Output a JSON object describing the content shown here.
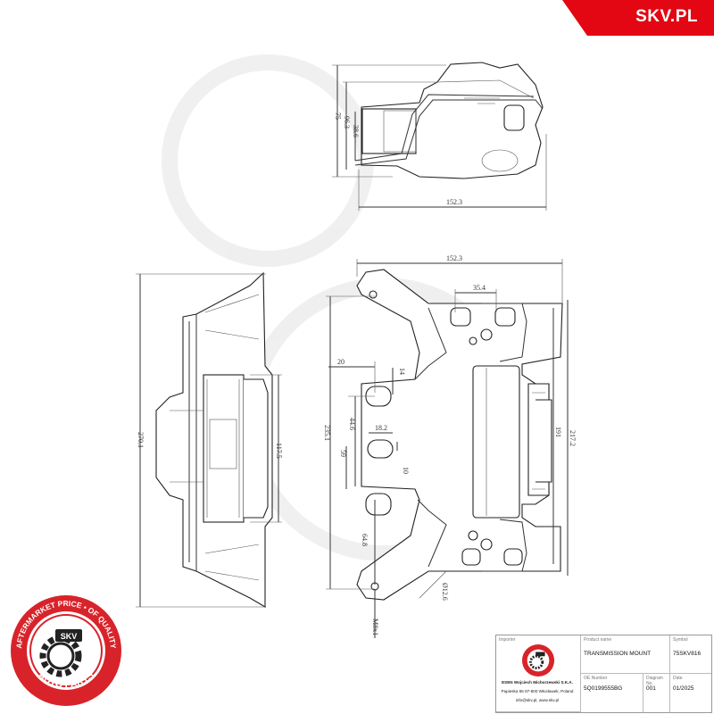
{
  "brand": {
    "name": "SKV.PL",
    "color": "#e30613"
  },
  "seal": {
    "ring_top": "AFTERMARKET PRICE • OF QUALITY",
    "ring_bottom": "AUTO PARTS",
    "center": "SKV",
    "color": "#d8232a"
  },
  "dimensions": {
    "top_width": "152.3",
    "top_h1": "75",
    "top_h2": "96.3",
    "top_h3": "38.6",
    "front_width": "152.3",
    "d35_4": "35.4",
    "d20": "20",
    "d14": "14",
    "d44_6": "44.6",
    "d18_2": "18.2",
    "d59": "59",
    "d10": "10",
    "d235_1": "235.1",
    "d191": "191",
    "d217_2": "217.2",
    "d64_8": "64.8",
    "d12_6": "Ø12.6",
    "thread": "M8x1",
    "side_h1": "270.1",
    "side_h2": "117.5"
  },
  "title_block": {
    "importer_label": "Importer",
    "company": "ESEN Wojciech Michorzewski S.K.A.",
    "address": "Papieska 65 87-800 Włocławek, Poland",
    "contact": "info@skv.pl, www.skv.pl",
    "product_name_label": "Product name",
    "product_name": "TRANSMISSION MOUNT",
    "symbol_label": "Symbol",
    "symbol": "75SKV816",
    "oe_label": "OE Number",
    "oe_number": "5Q0199555BG",
    "diagram_label": "Diagram No.",
    "diagram_no": "001",
    "date_label": "Date",
    "date": "01/2025"
  }
}
